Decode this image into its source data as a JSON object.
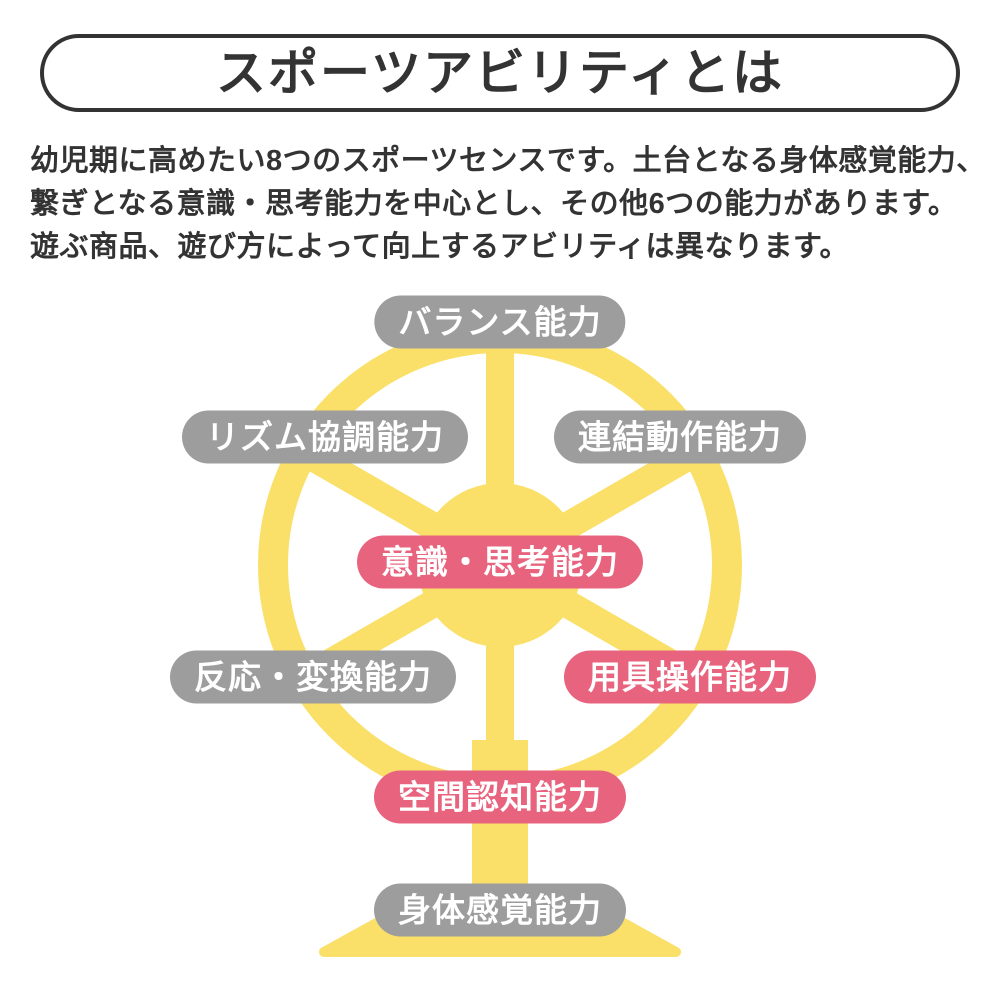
{
  "title": "スポーツアビリティとは",
  "description": {
    "line1": "幼児期に高めたい8つのスポーツセンスです。土台となる身体感覚能力、",
    "line2": "繋ぎとなる意識・思考能力を中心とし、その他6つの能力があります。",
    "line3": "遊ぶ商品、遊び方によって向上するアビリティは異なります。"
  },
  "colors": {
    "wheel_yellow": "#FAE068",
    "pill_gray": "#9D9D9E",
    "pill_pink": "#E8647E",
    "text_dark": "#333333",
    "pill_text": "#FFFFFF"
  },
  "diagram": {
    "type": "ferris-wheel",
    "abilities": [
      {
        "label": "バランス能力",
        "color": "gray",
        "position": "top"
      },
      {
        "label": "リズム協調能力",
        "color": "gray",
        "position": "upper-left"
      },
      {
        "label": "連結動作能力",
        "color": "gray",
        "position": "upper-right"
      },
      {
        "label": "意識・思考能力",
        "color": "pink",
        "position": "center"
      },
      {
        "label": "反応・変換能力",
        "color": "gray",
        "position": "lower-left"
      },
      {
        "label": "用具操作能力",
        "color": "pink",
        "position": "lower-right"
      },
      {
        "label": "空間認知能力",
        "color": "pink",
        "position": "bottom"
      },
      {
        "label": "身体感覚能力",
        "color": "gray",
        "position": "base"
      }
    ]
  }
}
